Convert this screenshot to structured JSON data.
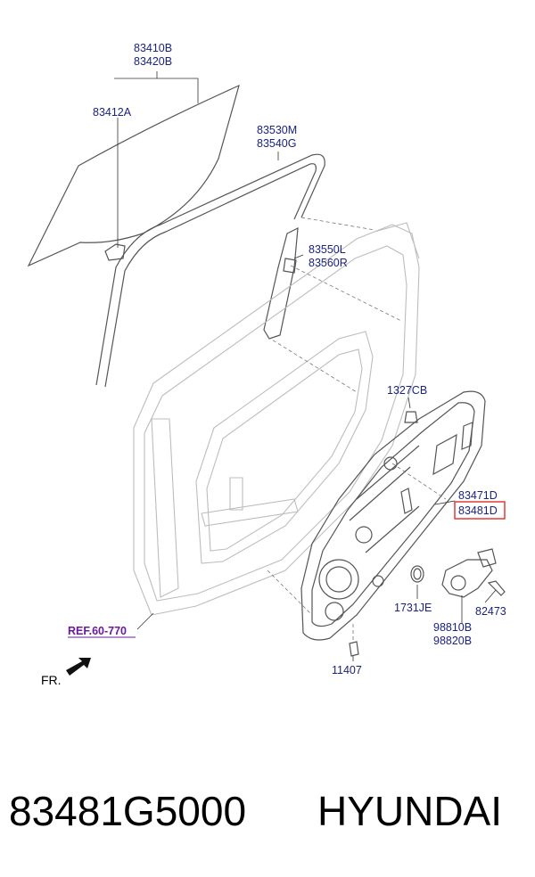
{
  "labels": {
    "glass_l": "83410B",
    "glass_r": "83420B",
    "glass_clip": "83412A",
    "run_l": "83530M",
    "run_r": "83540G",
    "channel_l": "83550L",
    "channel_r": "83560R",
    "plug": "1327CB",
    "panel_l": "83471D",
    "panel_r": "83481D",
    "grommet": "1731JE",
    "screw": "82473",
    "motor_l": "98810B",
    "motor_r": "98820B",
    "bolt": "11407",
    "ref": "REF.60-770",
    "front": "FR."
  },
  "caption": {
    "part_number": "83481G5000",
    "brand": "HYUNDAI"
  },
  "colors": {
    "label": "#1a237e",
    "ref": "#6a1b9a",
    "highlight": "#e53935"
  }
}
